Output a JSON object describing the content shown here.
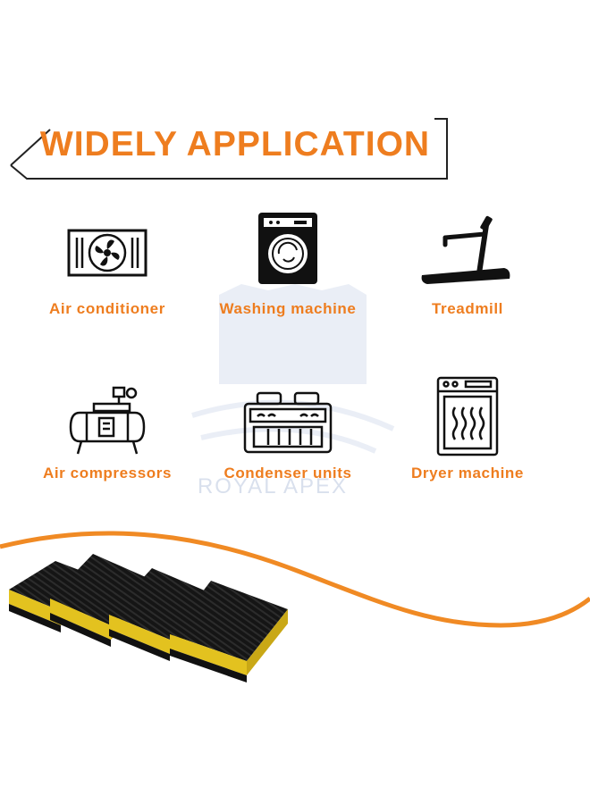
{
  "header": {
    "title": "WIDELY APPLICATION",
    "accent_color": "#ee7d1f",
    "frame_color": "#222222"
  },
  "applications": [
    {
      "label": "Air conditioner",
      "icon": "air-conditioner-icon"
    },
    {
      "label": "Washing machine",
      "icon": "washing-machine-icon"
    },
    {
      "label": "Treadmill",
      "icon": "treadmill-icon"
    },
    {
      "label": "Air compressors",
      "icon": "air-compressor-icon"
    },
    {
      "label": "Condenser units",
      "icon": "condenser-unit-icon"
    },
    {
      "label": "Dryer machine",
      "icon": "dryer-machine-icon"
    }
  ],
  "watermark": {
    "text": "ROYAL APEX"
  },
  "product": {
    "pad_count": 4,
    "pad_colors": {
      "rubber": "#111111",
      "foam": "#e3c21f"
    },
    "wave_color": "#f08a24"
  }
}
